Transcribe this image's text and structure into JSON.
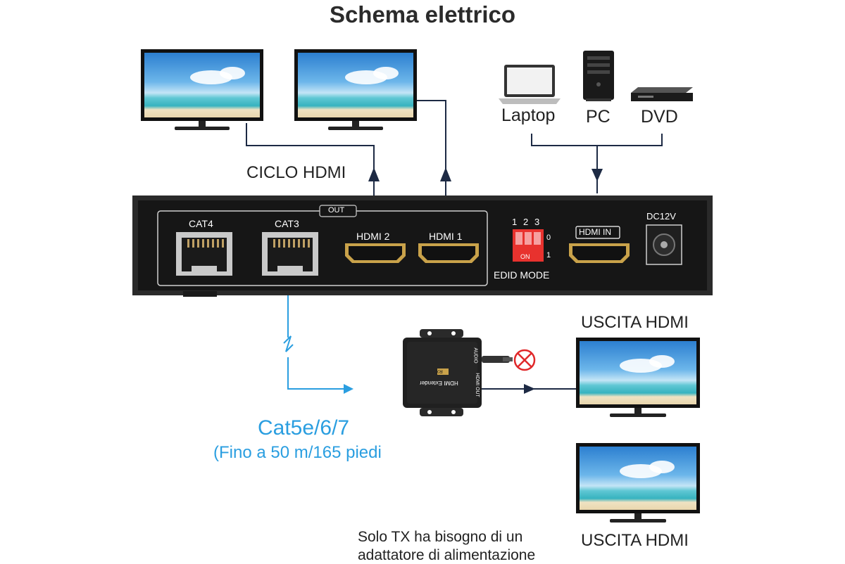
{
  "title": "Schema elettrico",
  "labels": {
    "loop": "CICLO HDMI",
    "laptop": "Laptop",
    "pc": "PC",
    "dvd": "DVD",
    "out_top": "USCITA HDMI",
    "out_bottom": "USCITA HDMI",
    "cable_type": "Cat5e/6/7",
    "cable_range": "(Fino a 50 m/165 piedi",
    "note_line1": "Solo TX ha bisogno di un",
    "note_line2": "adattatore di alimentazione"
  },
  "device": {
    "out_tag": "OUT",
    "cat4": "CAT4",
    "cat3": "CAT3",
    "hdmi2": "HDMI 2",
    "hdmi1": "HDMI 1",
    "dip_numbers": [
      "1",
      "2",
      "3"
    ],
    "dip_zero": "0",
    "dip_one": "1",
    "dip_on": "ON",
    "edid": "EDID MODE",
    "hdmi_in": "HDMI IN",
    "dc": "DC12V"
  },
  "receiver": {
    "badge": "RX",
    "name": "HDMI Extender",
    "port_hdmi": "HDMI OUT",
    "port_audio": "AUDIO"
  },
  "colors": {
    "cable_blue": "#2a9ee0",
    "line": "#1d2a44",
    "dip_red": "#e8322e",
    "no_red": "#e0282a",
    "hdmi_gold": "#c9a24a"
  }
}
